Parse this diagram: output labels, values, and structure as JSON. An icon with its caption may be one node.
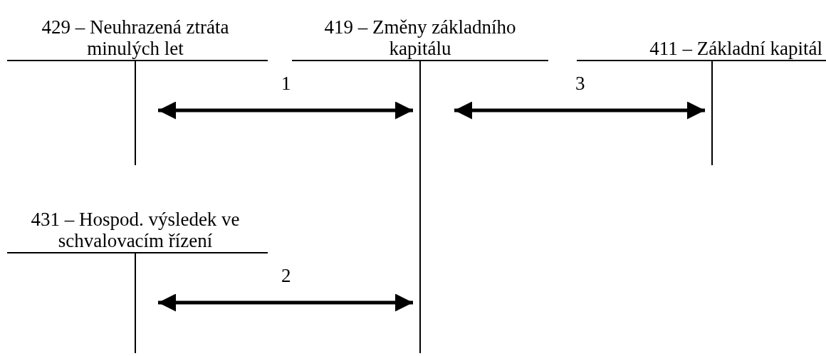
{
  "diagram": {
    "nodes": [
      {
        "text": [
          "429 – Neuhrazená ztráta minulých let"
        ]
      },
      {
        "text": [
          "419 – Změny základního kapitálu"
        ]
      },
      {
        "text": [
          "411 – Základní kapitál"
        ]
      },
      {
        "text": [
          "431 – Hospod. výsledek ve schvalovacím řízení"
        ]
      }
    ],
    "edges": [
      {
        "from": 0,
        "to": 1,
        "arrow": "both",
        "label": "1"
      },
      {
        "from": 3,
        "to": 1,
        "arrow": "both",
        "label": "2"
      },
      {
        "from": 1,
        "to": 2,
        "arrow": "both",
        "label": "3"
      }
    ]
  }
}
